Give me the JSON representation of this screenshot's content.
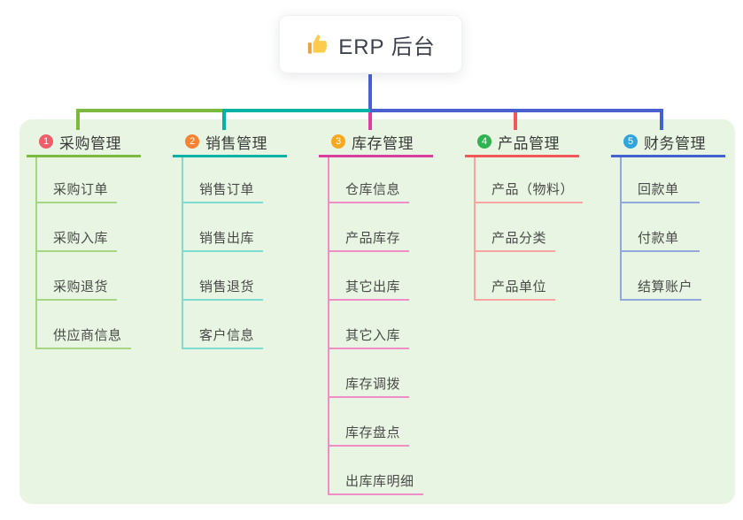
{
  "root": {
    "title": "ERP 后台",
    "icon": "thumbs-up-icon"
  },
  "colors": {
    "root_line": "#4a5fd0",
    "panel_bg": "#e8f5e2",
    "card_bg": "#ffffff",
    "root_text": "#3d424e",
    "topic_text": "#3a3a3a",
    "child_text": "#4a4a4a"
  },
  "branches": [
    {
      "badge": "1",
      "label": "采购管理",
      "line_color": "#7cb93f",
      "child_line_color": "#a8d584",
      "badge_color": "#f25b68",
      "children": [
        "采购订单",
        "采购入库",
        "采购退货",
        "供应商信息"
      ]
    },
    {
      "badge": "2",
      "label": "销售管理",
      "line_color": "#00b3a6",
      "child_line_color": "#7edcd0",
      "badge_color": "#f9812f",
      "children": [
        "销售订单",
        "销售出库",
        "销售退货",
        "客户信息"
      ]
    },
    {
      "badge": "3",
      "label": "库存管理",
      "line_color": "#d83f9e",
      "child_line_color": "#f08cc6",
      "badge_color": "#f6a81f",
      "children": [
        "仓库信息",
        "产品库存",
        "其它出库",
        "其它入库",
        "库存调拨",
        "库存盘点",
        "出库库明细"
      ]
    },
    {
      "badge": "4",
      "label": "产品管理",
      "line_color": "#f25858",
      "child_line_color": "#f8a5a2",
      "badge_color": "#2db350",
      "children": [
        "产品（物料）",
        "产品分类",
        "产品单位"
      ]
    },
    {
      "badge": "5",
      "label": "财务管理",
      "line_color": "#4263cf",
      "child_line_color": "#92a7dc",
      "badge_color": "#30a5dd",
      "children": [
        "回款单",
        "付款单",
        "结算账户"
      ]
    }
  ]
}
